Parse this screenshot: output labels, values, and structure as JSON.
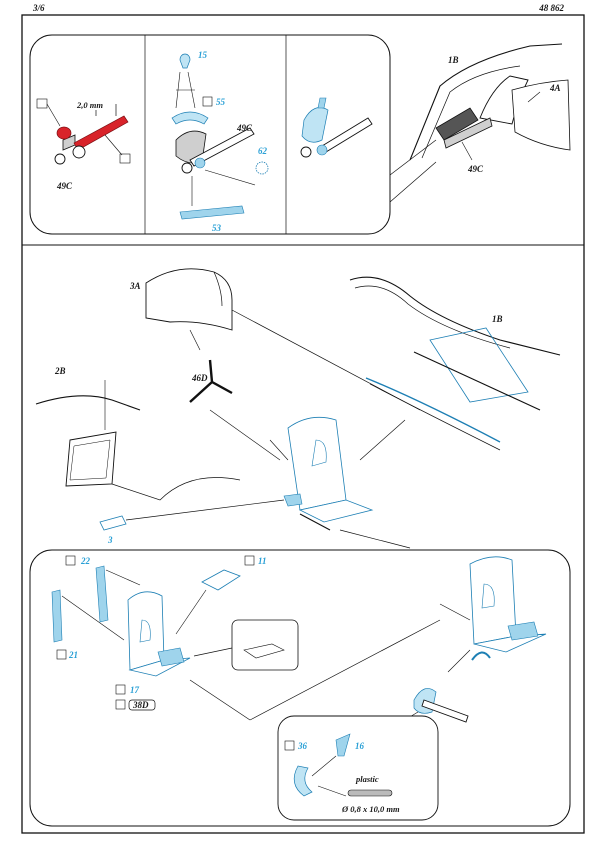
{
  "header": {
    "page": "3/6",
    "set_number": "48 862"
  },
  "step1": {
    "dimension": "2,0 mm",
    "part_49c": "49C",
    "pe_15": "15",
    "pe_55": "55",
    "pe_62": "62",
    "pe_53": "53",
    "fuselage_1b": "1B",
    "part_4a": "4A"
  },
  "step2": {
    "part_3a": "3A",
    "part_1b": "1B",
    "part_2b": "2B",
    "part_46d": "46D",
    "part_3": "3"
  },
  "step3": {
    "pe_22": "22",
    "pe_11": "11",
    "pe_21": "21",
    "pe_17": "17",
    "part_38d": "38D",
    "pe_36": "36",
    "pe_16": "16",
    "plastic_label": "plastic",
    "plastic_size": "Ø 0,8 x 10,0 mm"
  },
  "colors": {
    "photo_etch": "#2aa0d6",
    "red_part": "#d8232a",
    "line": "#111111"
  }
}
